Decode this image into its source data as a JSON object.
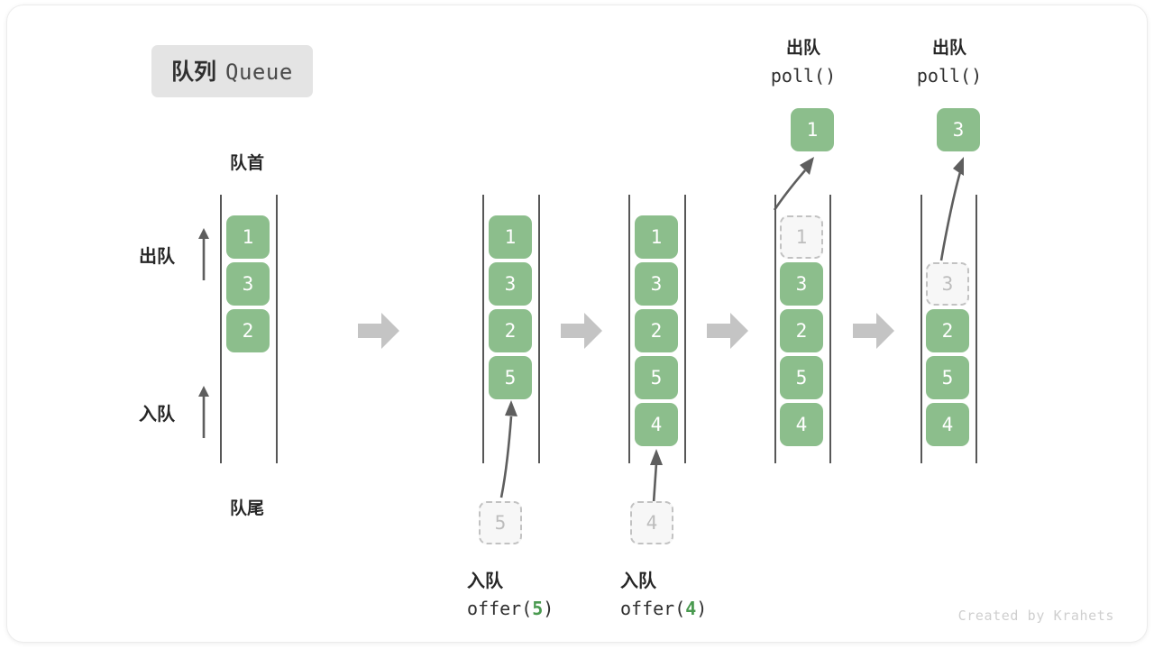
{
  "title": {
    "cn": "队列",
    "en": "Queue"
  },
  "labels": {
    "head": "队首",
    "tail": "队尾",
    "dequeue": "出队",
    "enqueue": "入队"
  },
  "watermark": "Created by Krahets",
  "colors": {
    "box_fill": "#8cbe8c",
    "box_text": "#ffffff",
    "ghost_fill": "#f7f7f7",
    "ghost_border": "#c2c2c2",
    "ghost_text": "#bdbdbd",
    "rail": "#575757",
    "arrow": "#5e5e5e",
    "step_arrow": "#c4c4c4",
    "accent_green": "#4a9a50",
    "badge_bg": "#e4e4e4"
  },
  "stages": [
    {
      "id": "stage-1",
      "items": [
        {
          "value": "1",
          "state": "filled"
        },
        {
          "value": "3",
          "state": "filled"
        },
        {
          "value": "2",
          "state": "filled"
        }
      ],
      "head_label": "队首",
      "tail_label": "队尾",
      "side_markers": [
        {
          "label": "出队"
        },
        {
          "label": "入队"
        }
      ]
    },
    {
      "id": "stage-2",
      "items": [
        {
          "value": "1",
          "state": "filled"
        },
        {
          "value": "3",
          "state": "filled"
        },
        {
          "value": "2",
          "state": "filled"
        },
        {
          "value": "5",
          "state": "filled"
        }
      ],
      "incoming": {
        "value": "5",
        "state": "ghost"
      },
      "op_cn": "入队",
      "op_code_prefix": "offer(",
      "op_code_arg": "5",
      "op_code_suffix": ")"
    },
    {
      "id": "stage-3",
      "items": [
        {
          "value": "1",
          "state": "filled"
        },
        {
          "value": "3",
          "state": "filled"
        },
        {
          "value": "2",
          "state": "filled"
        },
        {
          "value": "5",
          "state": "filled"
        },
        {
          "value": "4",
          "state": "filled"
        }
      ],
      "incoming": {
        "value": "4",
        "state": "ghost"
      },
      "op_cn": "入队",
      "op_code_prefix": "offer(",
      "op_code_arg": "4",
      "op_code_suffix": ")"
    },
    {
      "id": "stage-4",
      "items": [
        {
          "value": "1",
          "state": "ghost"
        },
        {
          "value": "3",
          "state": "filled"
        },
        {
          "value": "2",
          "state": "filled"
        },
        {
          "value": "5",
          "state": "filled"
        },
        {
          "value": "4",
          "state": "filled"
        }
      ],
      "outgoing": {
        "value": "1",
        "state": "filled"
      },
      "op_cn": "出队",
      "op_code": "poll()"
    },
    {
      "id": "stage-5",
      "items": [
        {
          "value": "3",
          "state": "ghost"
        },
        {
          "value": "2",
          "state": "filled"
        },
        {
          "value": "5",
          "state": "filled"
        },
        {
          "value": "4",
          "state": "filled"
        }
      ],
      "outgoing": {
        "value": "3",
        "state": "filled"
      },
      "op_cn": "出队",
      "op_code": "poll()"
    }
  ],
  "step_arrows": 4
}
